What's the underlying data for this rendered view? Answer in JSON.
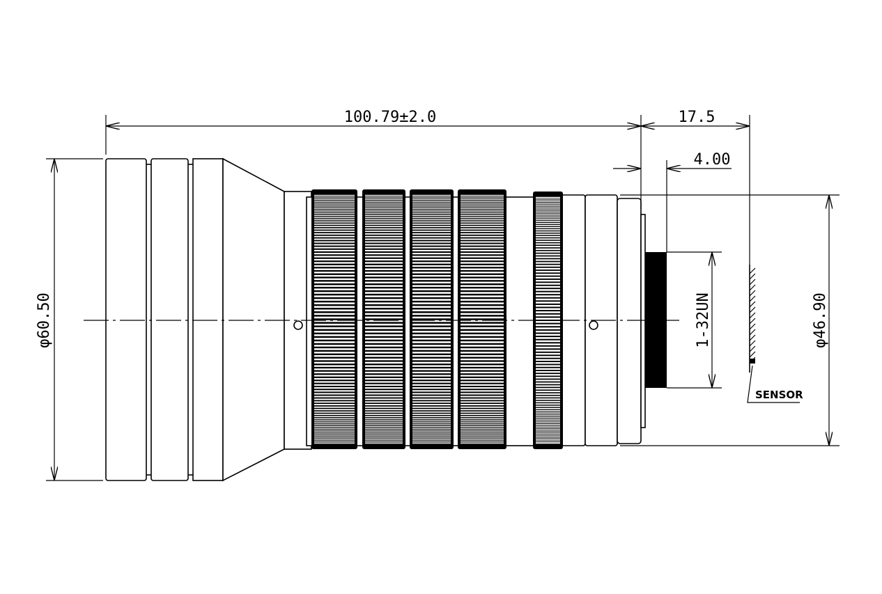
{
  "dimensions": {
    "overall_length": "100.79±2.0",
    "back_focal": "17.5",
    "flange_depth": "4.00",
    "front_diameter": "φ60.50",
    "rear_diameter": "φ46.90",
    "thread": "1-32UN"
  },
  "labels": {
    "sensor": "SENSOR"
  },
  "colors": {
    "line": "#000000",
    "background": "#ffffff"
  }
}
